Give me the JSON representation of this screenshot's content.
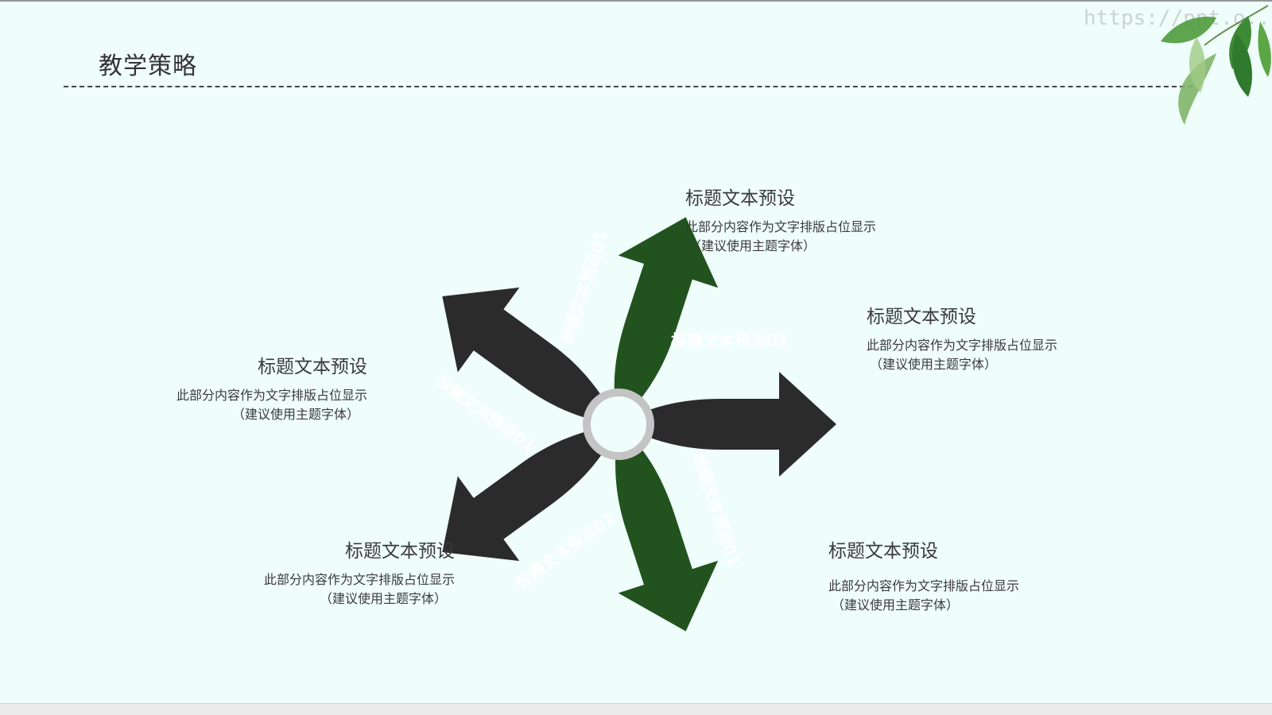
{
  "slide": {
    "title": "教学策略",
    "watermark": "https://ppt.o...de"
  },
  "colors": {
    "dark_green": "#22531f",
    "charcoal": "#2b2b2b",
    "ring_gray": "#c4c4c4",
    "background": "#effefa"
  },
  "arrows": [
    {
      "label": "标题文本预设01",
      "color": "dark_green",
      "direction": "up"
    },
    {
      "label": "标题文本预设01",
      "color": "charcoal",
      "direction": "right"
    },
    {
      "label": "标题文本预设01",
      "color": "dark_green",
      "direction": "down-right"
    },
    {
      "label": "标题文本预设01",
      "color": "charcoal",
      "direction": "down-left"
    },
    {
      "label": "标题文本预设01",
      "color": "charcoal",
      "direction": "up-left"
    }
  ],
  "blocks": [
    {
      "heading": "标题文本预设",
      "line1": "此部分内容作为文字排版占位显示",
      "line2": "（建议使用主题字体）"
    },
    {
      "heading": "标题文本预设",
      "line1": "此部分内容作为文字排版占位显示",
      "line2": "（建议使用主题字体）"
    },
    {
      "heading": "标题文本预设",
      "line1": "此部分内容作为文字排版占位显示",
      "line2": "（建议使用主题字体）"
    },
    {
      "heading": "标题文本预设",
      "line1": "此部分内容作为文字排版占位显示",
      "line2": "（建议使用主题字体）"
    },
    {
      "heading": "标题文本预设",
      "line1": "此部分内容作为文字排版占位显示",
      "line2": "（建议使用主题字体）"
    }
  ],
  "icons": {
    "decoration": "green-leaves-icon"
  }
}
